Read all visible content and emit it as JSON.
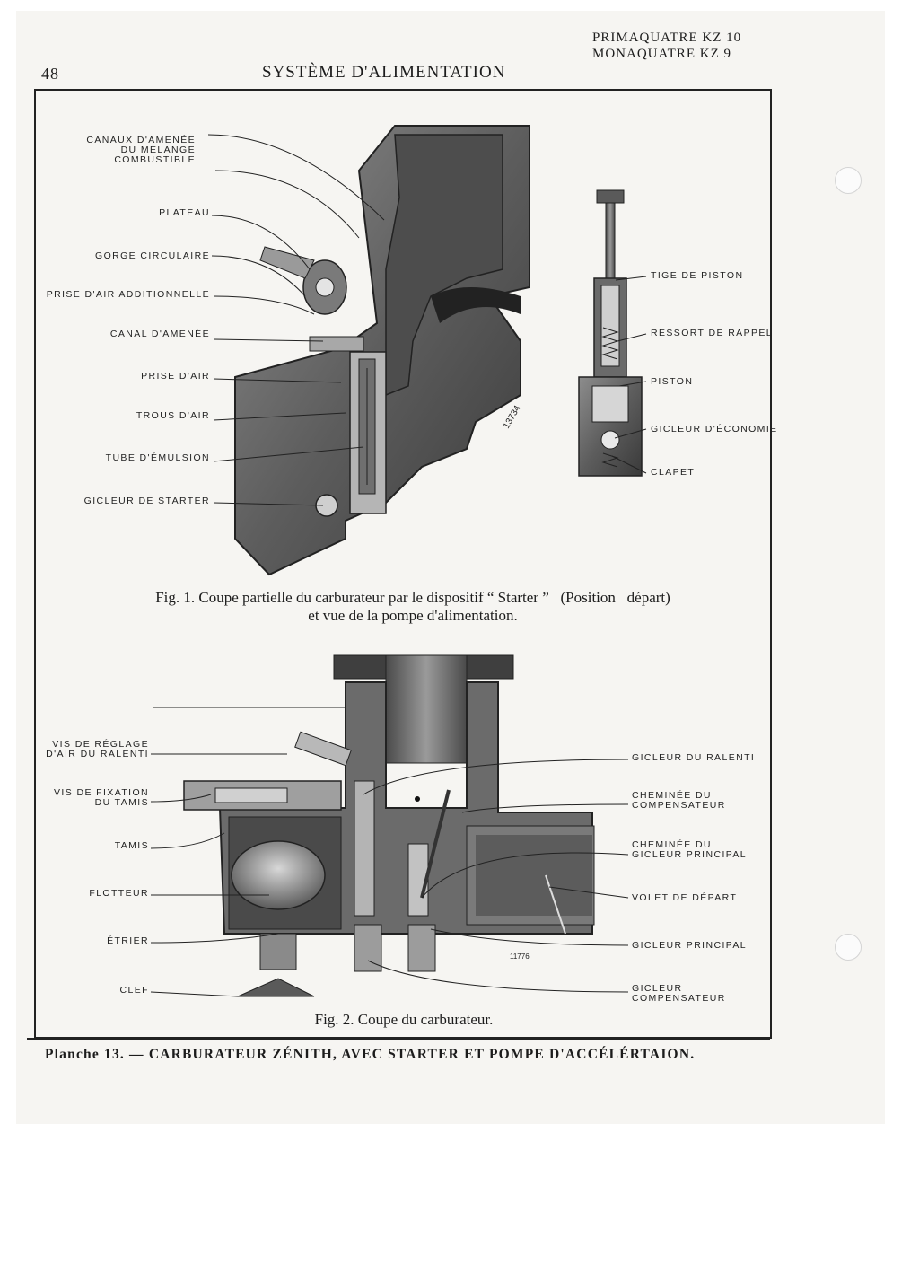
{
  "header": {
    "page_number": "48",
    "section_title": "SYSTÈME D'ALIMENTATION",
    "models": [
      "PRIMAQUATRE KZ 10",
      "MONAQUATRE KZ 9"
    ]
  },
  "figure1": {
    "labels_left": [
      "CANAUX D'AMENÉE\nDU MÉLANGE\nCOMBUSTIBLE",
      "PLATEAU",
      "GORGE CIRCULAIRE",
      "PRISE D'AIR ADDITIONNELLE",
      "CANAL D'AMENÉE",
      "PRISE D'AIR",
      "TROUS D'AIR",
      "TUBE D'ÉMULSION",
      "GICLEUR DE STARTER"
    ],
    "labels_right": [
      "TIGE DE PISTON",
      "RESSORT DE RAPPEL",
      "PISTON",
      "GICLEUR D'ÉCONOMIE",
      "CLAPET"
    ],
    "plate_number": "13734",
    "caption_line1": "Fig. 1. Coupe partielle du carburateur par le dispositif “ Starter ”   (Position   départ)",
    "caption_line2": "et vue de la pompe d'alimentation."
  },
  "figure2": {
    "labels_left": [
      "VIS DE RÉGLAGE\nD'AIR DU RALENTI",
      "VIS DE FIXATION\nDU TAMIS",
      "TAMIS",
      "FLOTTEUR",
      "ÉTRIER",
      "CLEF"
    ],
    "labels_right": [
      "GICLEUR DU RALENTI",
      "CHEMINÉE DU\nCOMPENSATEUR",
      "CHEMINÉE DU\nGICLEUR PRINCIPAL",
      "VOLET DE DÉPART",
      "GICLEUR PRINCIPAL",
      "GICLEUR\nCOMPENSATEUR"
    ],
    "plate_number": "11776",
    "caption": "Fig. 2. Coupe du carburateur."
  },
  "footer": {
    "plate_title": "Planche 13. — CARBURATEUR ZÉNITH, AVEC STARTER ET POMPE D'ACCÉLÉRTAION."
  }
}
